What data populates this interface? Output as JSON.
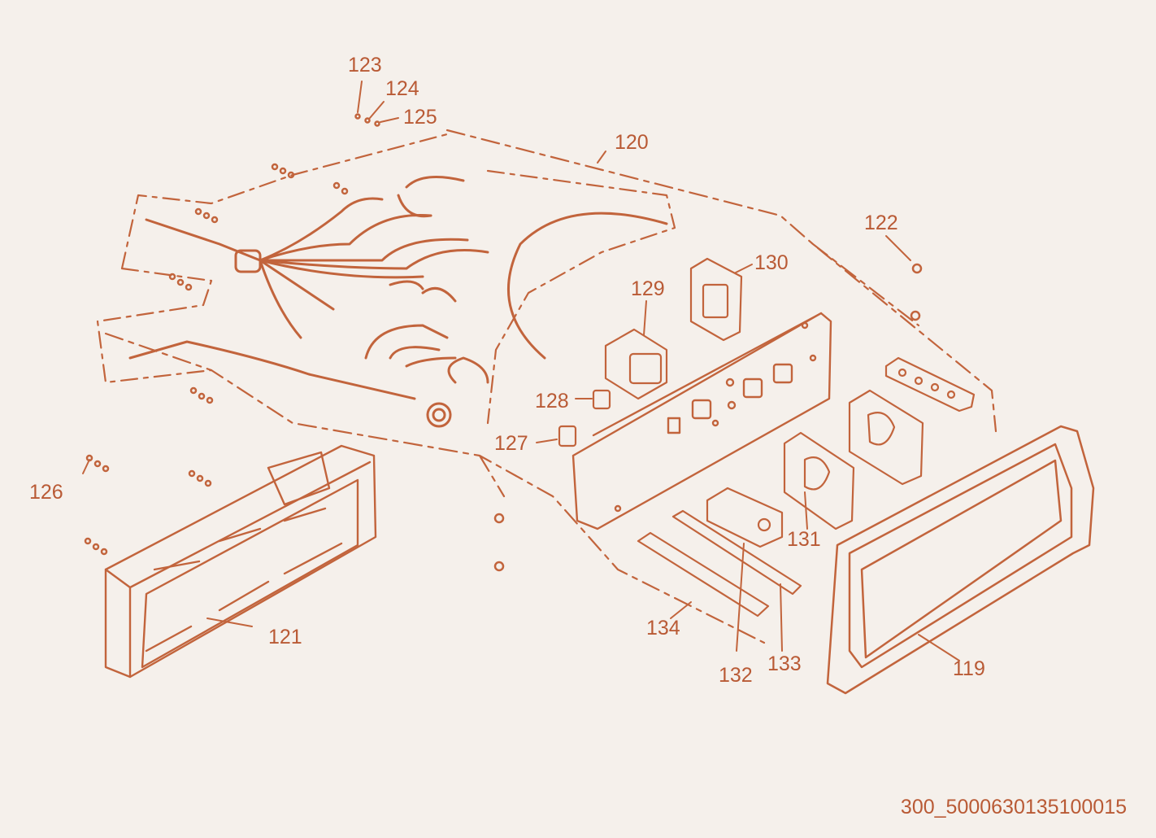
{
  "colors": {
    "background": "#f5f0eb",
    "line": "#c2643c",
    "label": "#b95a35"
  },
  "callouts": [
    {
      "id": "119",
      "text": "119"
    },
    {
      "id": "120",
      "text": "120"
    },
    {
      "id": "121",
      "text": "121"
    },
    {
      "id": "122",
      "text": "122"
    },
    {
      "id": "123",
      "text": "123"
    },
    {
      "id": "124",
      "text": "124"
    },
    {
      "id": "125",
      "text": "125"
    },
    {
      "id": "126",
      "text": "126"
    },
    {
      "id": "127",
      "text": "127"
    },
    {
      "id": "128",
      "text": "128"
    },
    {
      "id": "129",
      "text": "129"
    },
    {
      "id": "130",
      "text": "130"
    },
    {
      "id": "131",
      "text": "131"
    },
    {
      "id": "132",
      "text": "132"
    },
    {
      "id": "133",
      "text": "133"
    },
    {
      "id": "134",
      "text": "134"
    }
  ],
  "document_id": "300_5000630135100015"
}
